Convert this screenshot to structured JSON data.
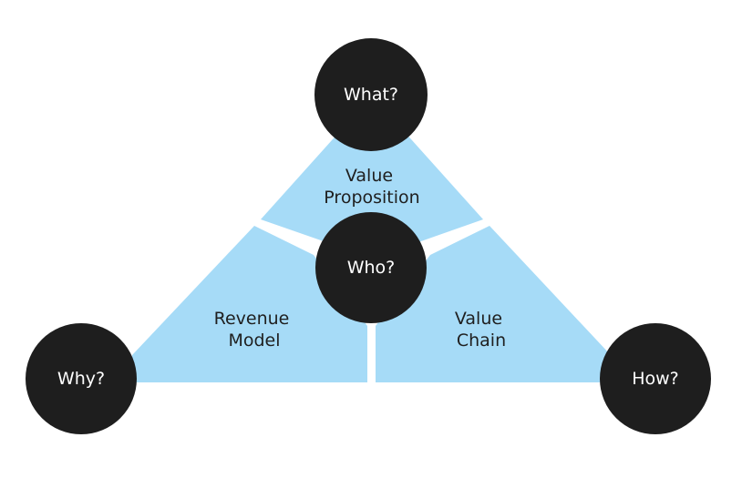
{
  "diagram": {
    "segments": {
      "top": {
        "line1": "Value",
        "line2": "Proposition"
      },
      "left": {
        "line1": "Revenue",
        "line2": "Model"
      },
      "right": {
        "line1": "Value",
        "line2": "Chain"
      }
    },
    "nodes": {
      "top": "What?",
      "center": "Who?",
      "left": "Why?",
      "right": "How?"
    }
  },
  "colors": {
    "segment_fill": "#a6dbf7",
    "node_fill": "#1e1e1e",
    "node_text": "#ffffff",
    "segment_text": "#1f1f1f"
  }
}
